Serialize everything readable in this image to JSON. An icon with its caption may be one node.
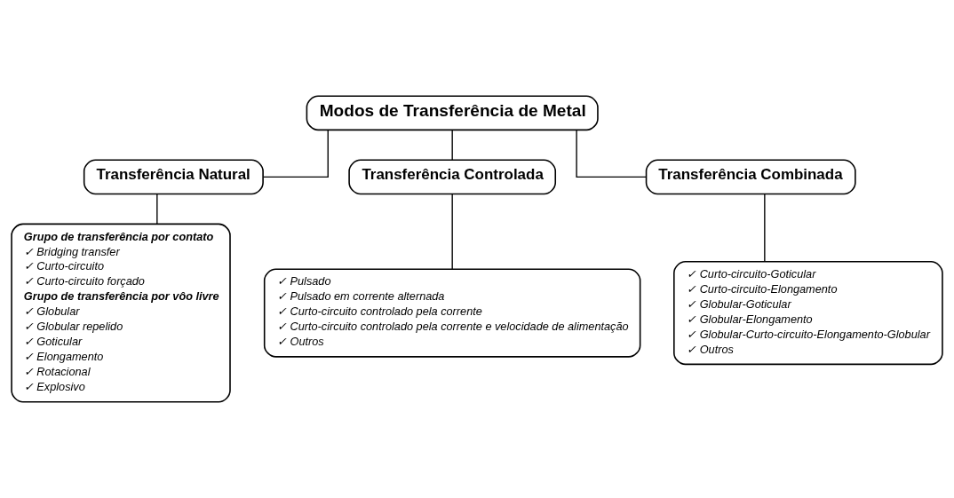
{
  "diagram": {
    "nodes": [
      {
        "text": [
          "Modos de Transferência de Metal"
        ]
      },
      {
        "text": [
          "Transferência Natural"
        ]
      },
      {
        "text": [
          "Transferência Controlada"
        ]
      },
      {
        "text": [
          "Transferência Combinada"
        ]
      },
      {
        "text": [
          "Grupo de transferência por contato",
          "✓ Bridging transfer",
          "✓ Curto-circuito",
          "✓ Curto-circuito forçado",
          "Grupo de transferência por vôo livre",
          "✓ Globular",
          "✓ Globular repelido",
          "✓ Goticular",
          "✓ Elongamento",
          "✓ Rotacional",
          "✓ Explosivo"
        ]
      },
      {
        "text": [
          "✓ Pulsado",
          "✓ Pulsado em corrente alternada",
          "✓ Curto-circuito controlado pela corrente",
          "✓ Curto-circuito controlado pela corrente e velocidade de alimentação",
          "✓ Outros"
        ]
      },
      {
        "text": [
          "✓ Curto-circuito-Goticular",
          "✓ Curto-circuito-Elongamento",
          "✓ Globular-Goticular",
          "✓ Globular-Elongamento",
          "✓ Globular-Curto-circuito-Elongamento-Globular",
          "✓ Outros"
        ]
      }
    ],
    "edges": [
      {
        "from": 0,
        "to": 1,
        "arrow": "none"
      },
      {
        "from": 0,
        "to": 2,
        "arrow": "none"
      },
      {
        "from": 0,
        "to": 3,
        "arrow": "none"
      },
      {
        "from": 1,
        "to": 4,
        "arrow": "none"
      },
      {
        "from": 2,
        "to": 5,
        "arrow": "none"
      },
      {
        "from": 3,
        "to": 6,
        "arrow": "none"
      }
    ]
  }
}
